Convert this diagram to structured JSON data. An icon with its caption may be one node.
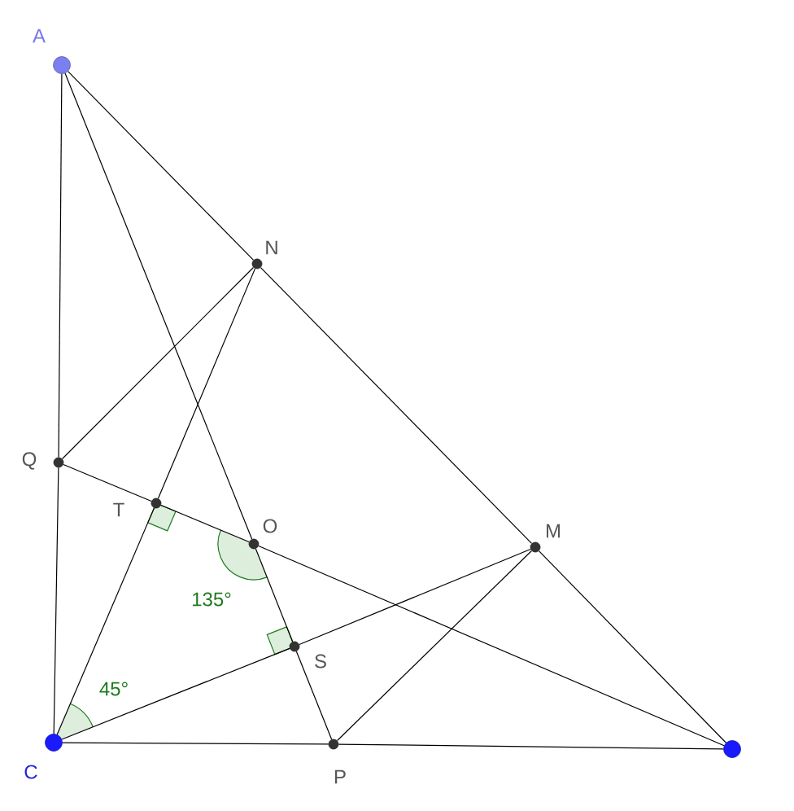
{
  "diagram": {
    "nodes": [
      {
        "text": [
          "A"
        ]
      },
      {
        "text": [
          "N"
        ]
      },
      {
        "text": [
          "Q"
        ]
      },
      {
        "text": [
          "T"
        ]
      },
      {
        "text": [
          "O"
        ]
      },
      {
        "text": [
          "M"
        ]
      },
      {
        "text": [
          "S"
        ]
      },
      {
        "text": [
          "C"
        ]
      },
      {
        "text": [
          "P"
        ]
      },
      {
        "text": [],
        "shape": "circle"
      }
    ],
    "edges": [
      {
        "from": 0,
        "to": 2,
        "arrow": "none"
      },
      {
        "from": 2,
        "to": 7,
        "arrow": "none"
      },
      {
        "from": 0,
        "to": 1,
        "arrow": "none"
      },
      {
        "from": 1,
        "to": 5,
        "arrow": "none"
      },
      {
        "from": 5,
        "to": 9,
        "arrow": "none"
      },
      {
        "from": 7,
        "to": 8,
        "arrow": "none"
      },
      {
        "from": 8,
        "to": 9,
        "arrow": "none"
      },
      {
        "from": 0,
        "to": 4,
        "arrow": "none"
      },
      {
        "from": 4,
        "to": 6,
        "arrow": "none"
      },
      {
        "from": 6,
        "to": 8,
        "arrow": "none"
      },
      {
        "from": 2,
        "to": 3,
        "arrow": "none"
      },
      {
        "from": 3,
        "to": 4,
        "arrow": "none"
      },
      {
        "from": 4,
        "to": 9,
        "arrow": "none"
      },
      {
        "from": 7,
        "to": 3,
        "arrow": "none"
      },
      {
        "from": 3,
        "to": 1,
        "arrow": "none"
      },
      {
        "from": 7,
        "to": 6,
        "arrow": "none"
      },
      {
        "from": 6,
        "to": 5,
        "arrow": "none"
      },
      {
        "from": 1,
        "to": 2,
        "arrow": "none"
      },
      {
        "from": 5,
        "to": 8,
        "arrow": "none"
      }
    ],
    "labels": [
      "135°",
      "45°"
    ]
  }
}
